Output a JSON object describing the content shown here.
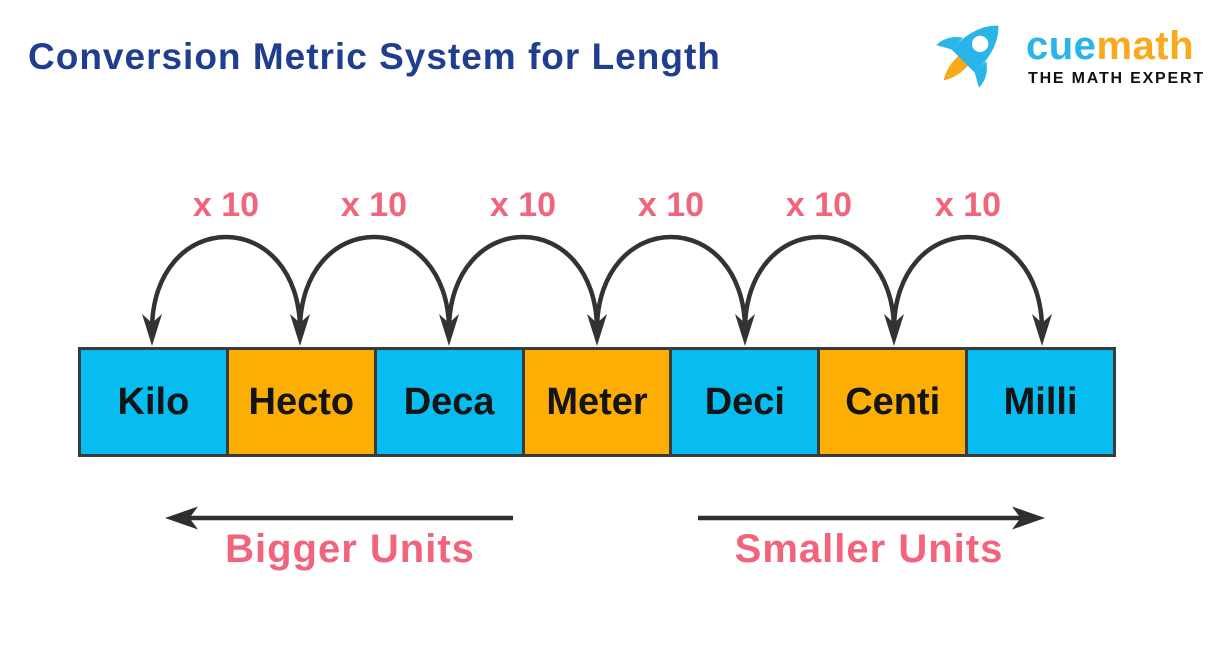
{
  "title": {
    "text": "Conversion Metric System for Length",
    "color": "#1f3e8f"
  },
  "logo": {
    "brand_cue": "cue",
    "brand_math": "math",
    "tagline": "THE MATH EXPERT",
    "rocket_icon": "rocket-icon",
    "cyan": "#29b5e8",
    "orange": "#f9a91c"
  },
  "diagram": {
    "multipliers": [
      "x 10",
      "x 10",
      "x 10",
      "x 10",
      "x 10",
      "x 10"
    ],
    "units": [
      {
        "label": "Kilo",
        "color": "#06bcf0"
      },
      {
        "label": "Hecto",
        "color": "#fcae05"
      },
      {
        "label": "Deca",
        "color": "#06bcf0"
      },
      {
        "label": "Meter",
        "color": "#fcae05"
      },
      {
        "label": "Deci",
        "color": "#06bcf0"
      },
      {
        "label": "Centi",
        "color": "#fcae05"
      },
      {
        "label": "Milli",
        "color": "#06bcf0"
      }
    ],
    "direction_labels": {
      "left": "Bigger Units",
      "right": "Smaller Units"
    },
    "accent_pink": "#f2647c",
    "arrow_color": "#333333",
    "box_border_color": "#3a3a3a"
  }
}
